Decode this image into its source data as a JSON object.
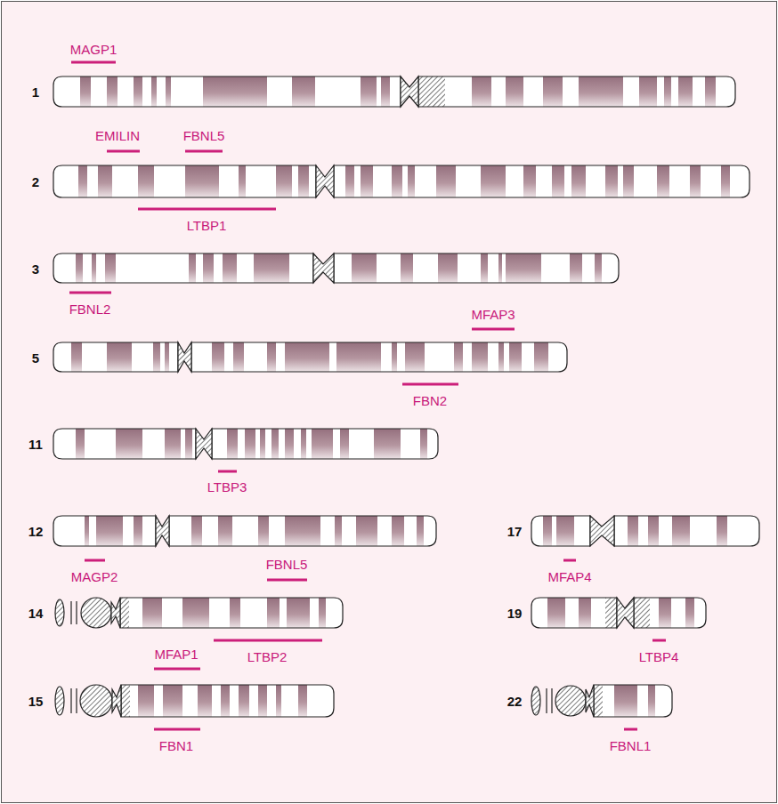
{
  "diagram": {
    "labels": [
      "MAGP1",
      "1",
      "EMILIN",
      "FBNL5",
      "2",
      "LTBP1",
      "3",
      "FBNL2",
      "MFAP3",
      "5",
      "FBN2",
      "11",
      "LTBP3",
      "12",
      "MAGP2",
      "17",
      "MFAP4",
      "FBNL5",
      "14",
      "LTBP2",
      "19",
      "LTBP4",
      "MFAP1",
      "15",
      "FBN1",
      "22",
      "FBNL1"
    ]
  }
}
